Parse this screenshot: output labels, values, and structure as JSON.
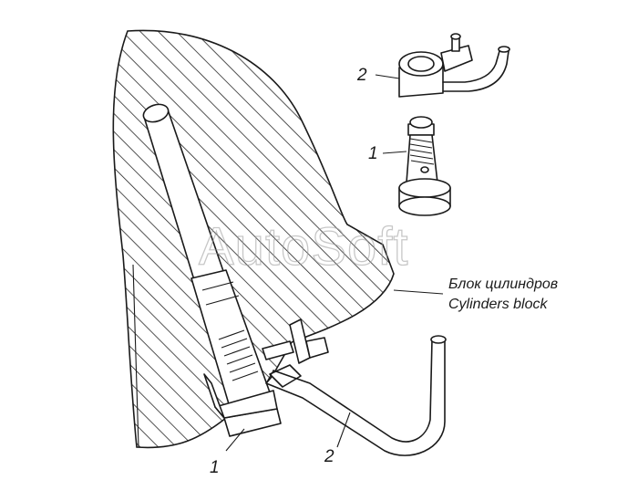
{
  "labels": {
    "cap_top": "2",
    "bolt_top": "1",
    "bolt_bottom": "1",
    "pipe_bottom": "2"
  },
  "caption": {
    "line_ru": "Блок цилиндров",
    "line_en": "Cylinders block"
  },
  "watermark": "AutoSoft"
}
